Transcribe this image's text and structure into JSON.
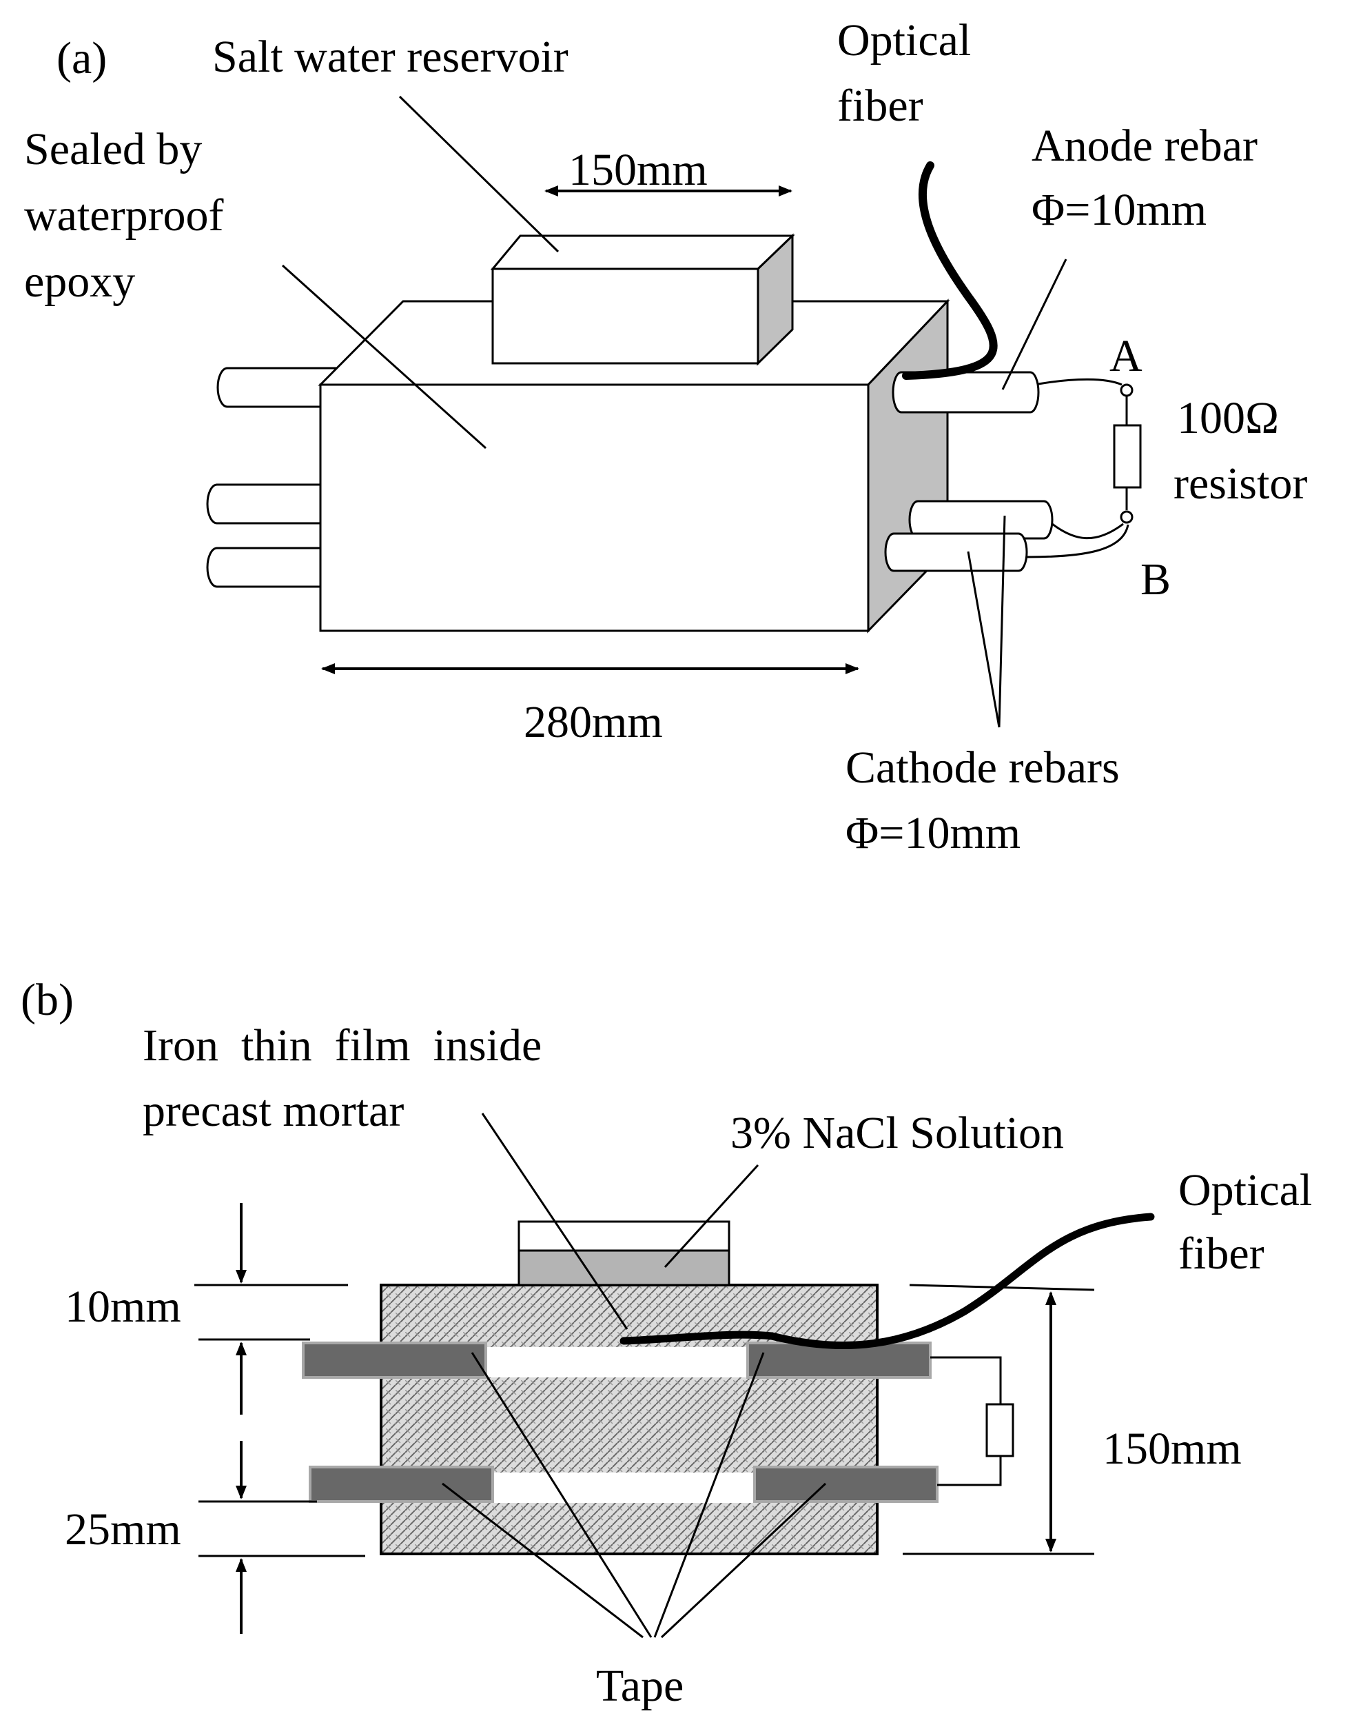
{
  "panel_a": {
    "tag": "(a)",
    "reservoir_label": "Salt water reservoir",
    "sealed_label": [
      "Sealed by",
      "waterproof",
      "epoxy"
    ],
    "reservoir_width": "150mm",
    "optical_fiber": [
      "Optical",
      "fiber"
    ],
    "anode_label": [
      "Anode rebar",
      "Φ=10mm"
    ],
    "node_a": "A",
    "node_b": "B",
    "resistor_label": [
      "100Ω",
      "resistor"
    ],
    "length": "280mm",
    "cathode_label": [
      "Cathode rebars",
      "Φ=10mm"
    ]
  },
  "panel_b": {
    "tag": "(b)",
    "film_label": [
      "Iron  thin  film  inside",
      "precast mortar"
    ],
    "solution_label": "3% NaCl Solution",
    "optical_fiber": [
      "Optical",
      "fiber"
    ],
    "cover_top": "10mm",
    "spacing": "25mm",
    "height": "150mm",
    "tape_label": "Tape"
  },
  "colors": {
    "line": "#000000",
    "side_face": "#c0c0c0",
    "tape_fill": "#686868",
    "tape_edge": "#a8a8a8",
    "solution_fill": "#b4b4b4",
    "mortar_fill": "#d2d2d2"
  }
}
